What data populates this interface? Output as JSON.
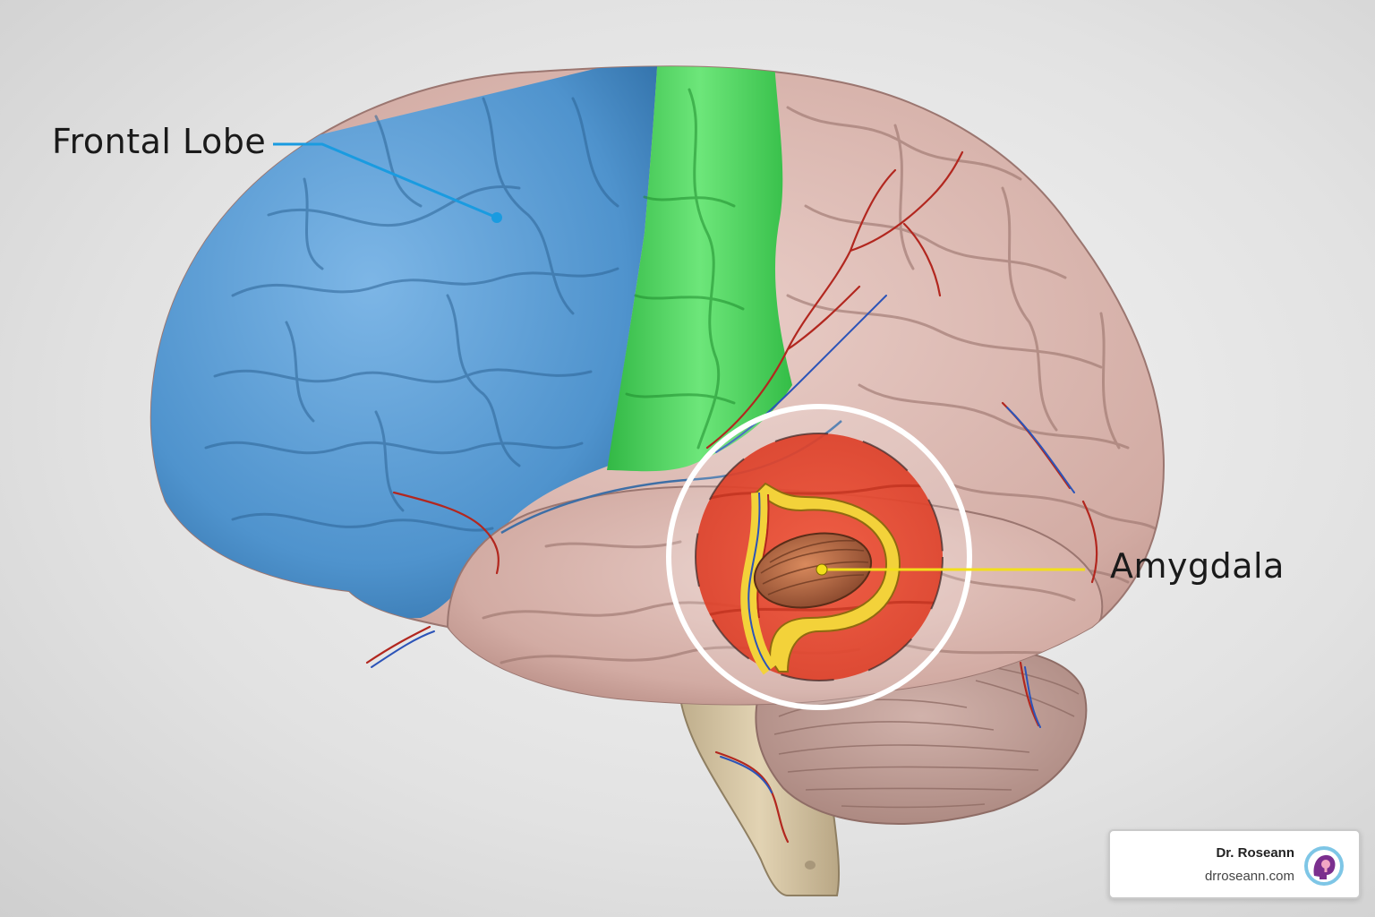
{
  "labels": {
    "frontal_lobe": "Frontal Lobe",
    "amygdala": "Amygdala"
  },
  "badge": {
    "name": "Dr. Roseann",
    "url": "drroseann.com"
  },
  "colors": {
    "frontal_lobe": "#5b9fd6",
    "motor_strip": "#46cf57",
    "brain_tissue": "#d9b7b0",
    "amygdala_highlight": "#e8432c",
    "amygdala_ring": "#f3d23a",
    "amygdala_core": "#b46a45",
    "frontal_pointer": "#1a9be0",
    "amygdala_pointer": "#f2df1a"
  }
}
